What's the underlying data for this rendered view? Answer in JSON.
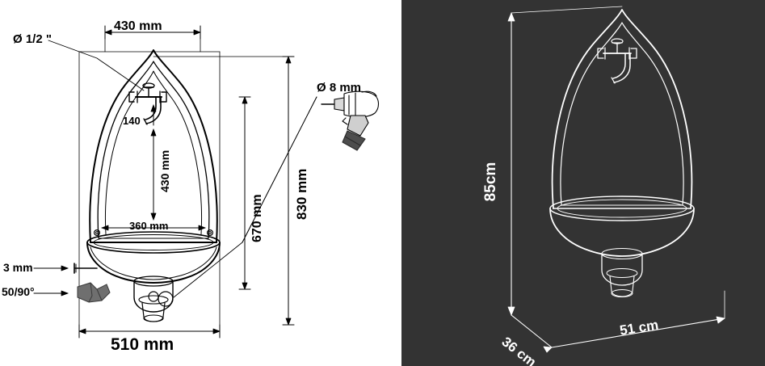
{
  "figure": {
    "title": "Wall fountain technical drawing with dimensions",
    "left_panel": {
      "background": "#ffffff",
      "line_color": "#000000",
      "labels": {
        "thread_size": "Ø 1/2 \"",
        "width_top": "430 mm",
        "height_inner": "140",
        "height_430": "430 mm",
        "width_360": "360 mm",
        "height_670": "670 mm",
        "height_830": "830 mm",
        "width_bottom": "510 mm",
        "drill_bit": "Ø 8 mm",
        "screw_spec": "3 mm",
        "plug_spec": "50/90°"
      },
      "icons": [
        {
          "name": "drill-icon",
          "label": "Ø 8 mm"
        },
        {
          "name": "screw-icon",
          "label": "3 mm"
        },
        {
          "name": "wall-plug-icon",
          "label": "50/90°"
        },
        {
          "name": "faucet-icon",
          "label": "Ø 1/2 \""
        }
      ]
    },
    "right_panel": {
      "background": "#333333",
      "line_color": "#ffffff",
      "labels": {
        "height": "85cm",
        "width": "51 cm",
        "depth": "36 cm"
      }
    }
  }
}
